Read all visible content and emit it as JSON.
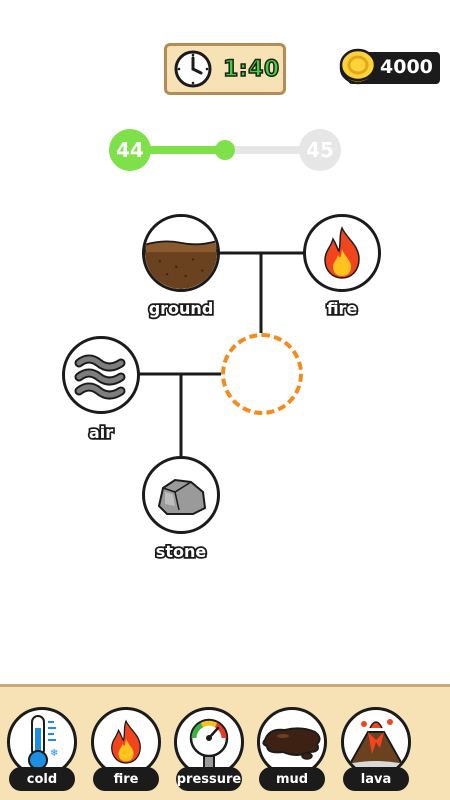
{
  "timer": {
    "time": "1:40",
    "icon": "clock-icon"
  },
  "coins": {
    "amount": "4000",
    "icon": "coin-icon"
  },
  "progress": {
    "current_level": "44",
    "next_level": "45",
    "fill_fraction": 0.5
  },
  "tree": {
    "nodes": [
      {
        "id": "ground",
        "label": "ground",
        "icon": "ground-icon"
      },
      {
        "id": "fire",
        "label": "fire",
        "icon": "fire-icon"
      },
      {
        "id": "air",
        "label": "air",
        "icon": "wind-icon"
      },
      {
        "id": "stone",
        "label": "stone",
        "icon": "stone-icon"
      }
    ]
  },
  "inventory": {
    "items": [
      {
        "label": "cold",
        "icon": "thermometer-icon"
      },
      {
        "label": "fire",
        "icon": "fire-icon"
      },
      {
        "label": "pressure",
        "icon": "pressure-gauge-icon"
      },
      {
        "label": "mud",
        "icon": "mud-icon"
      },
      {
        "label": "lava",
        "icon": "volcano-icon"
      }
    ]
  },
  "colors": {
    "accent_green": "#7ee14a",
    "timer_green": "#3fd33a",
    "slot_orange": "#f28c1e",
    "panel_beige": "#f7e2b5"
  }
}
